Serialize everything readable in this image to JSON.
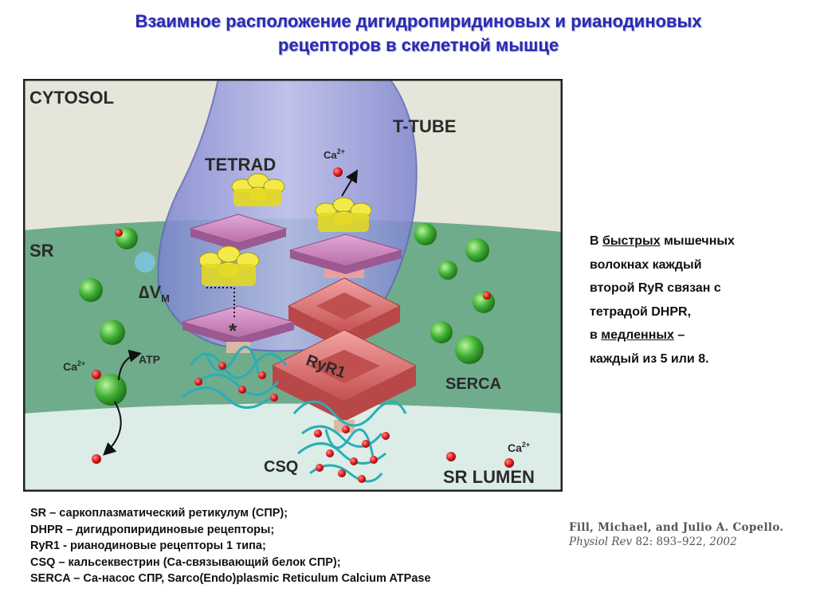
{
  "title": {
    "line1": "Взаимное расположение дигидропиридиновых и рианодиновых",
    "line2": "рецепторов в скелетной мышце"
  },
  "figure": {
    "labels": {
      "cytosol": "CYTOSOL",
      "t_tube": "T-TUBE",
      "tetrad": "TETRAD",
      "sr": "SR",
      "delta_v": "∆V",
      "delta_v_sub": "M",
      "ca_top": "Ca",
      "ca_left": "Ca",
      "ca_right": "Ca",
      "ca_sup": "2+",
      "atp": "ATP",
      "serca": "SERCA",
      "ryr1": "RyR1",
      "csq": "CSQ",
      "sr_lumen": "SR LUMEN",
      "asterisk": "*"
    },
    "colors": {
      "cytosol": "#e6e5da",
      "sr": "#6fac8c",
      "lumen": "#dcece6",
      "t_tube": "#8e93d8",
      "ryr": "#dc7272",
      "tetrad_protein": "#e8df30",
      "csq": "#29aeb8",
      "ca_ion": "#dd1a1a",
      "serca": "#3fae34"
    }
  },
  "side_text": {
    "l1_a": "В ",
    "l1_u": "быстрых",
    "l1_b": " мышечных",
    "l2": "волокнах каждый",
    "l3": "второй RyR связан с",
    "l4": "тетрадой DHPR,",
    "l5_a": "в ",
    "l5_u": "медленных",
    "l5_b": " –",
    "l6": "каждый из 5 или 8."
  },
  "legend": [
    "SR – саркоплазматический ретикулум (СПР);",
    "DHPR – дигидропиридиновые рецепторы;",
    "RyR1 - рианодиновые рецепторы 1 типа;",
    "CSQ – кальсеквестрин (Са-связывающий белок СПР);",
    "SERCA – Са-насос СПР, Sarco(Endo)plasmic Reticulum Calcium ATPase"
  ],
  "citation": {
    "authors": "Fill, Michael, and Julio A. Copello.",
    "journal": "Physiol Rev",
    "ref": " 82: 893–922,",
    "year": " 2002"
  }
}
